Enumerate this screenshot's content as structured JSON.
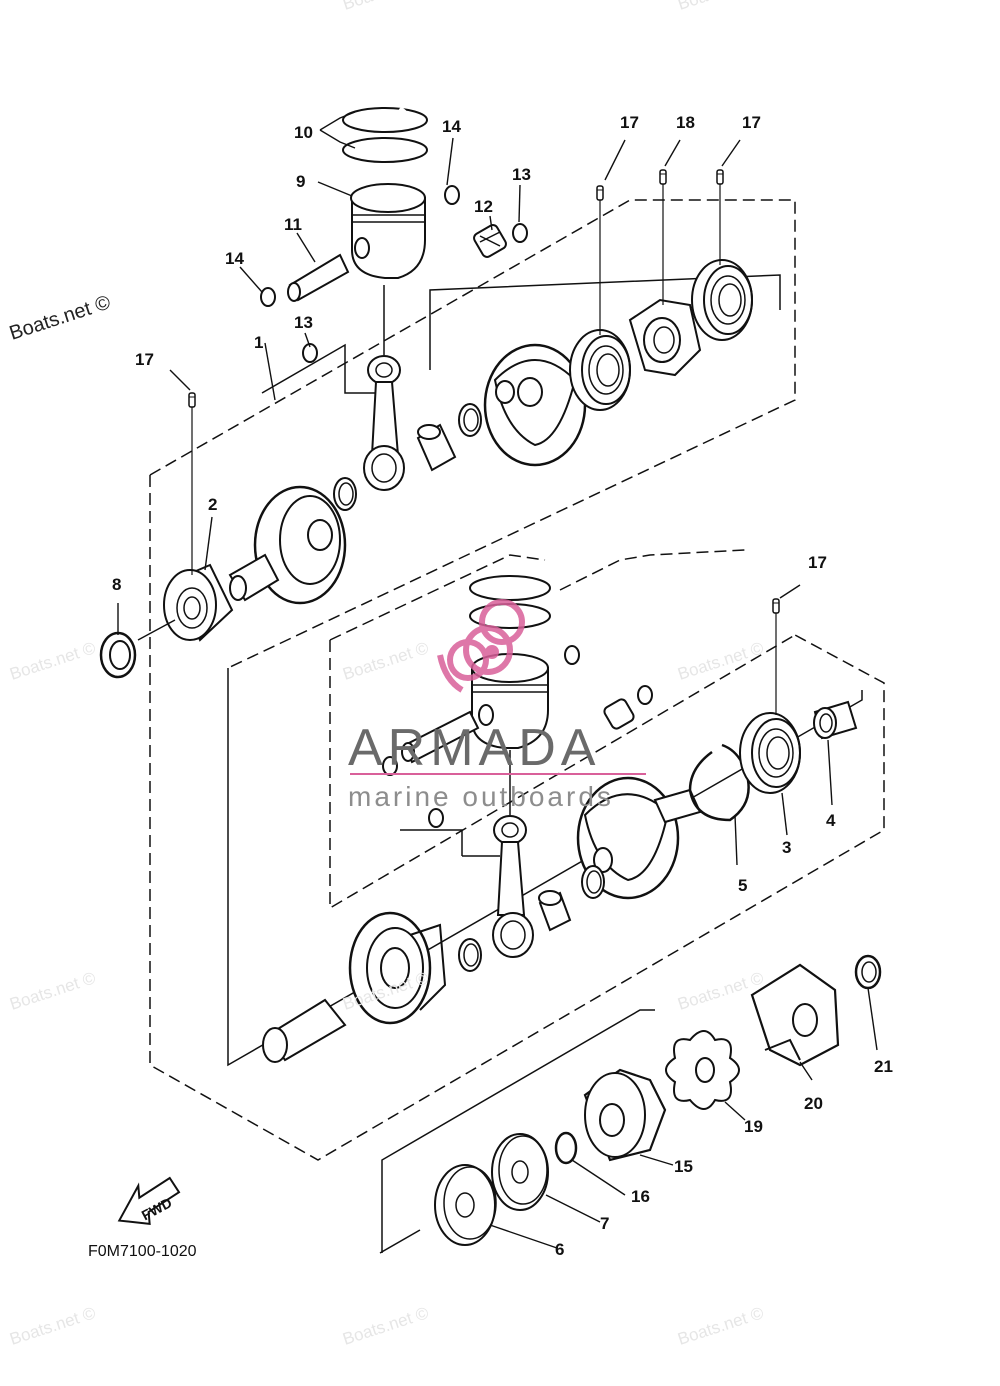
{
  "diagram": {
    "figure_code": "F0M7100-1020",
    "fwd_label": "FWD",
    "part_numbers": {
      "p1": "1",
      "p2": "2",
      "p3": "3",
      "p4": "4",
      "p5": "5",
      "p6": "6",
      "p7": "7",
      "p8": "8",
      "p9": "9",
      "p10": "10",
      "p11": "11",
      "p12": "12",
      "p13a": "13",
      "p13b": "13",
      "p14a": "14",
      "p14b": "14",
      "p15": "15",
      "p16": "16",
      "p17a": "17",
      "p17b": "17",
      "p17c": "17",
      "p17d": "17",
      "p18": "18",
      "p19": "19",
      "p20": "20",
      "p21": "21"
    }
  },
  "watermarks": {
    "main": "Boats.net ©",
    "faint": "Boats.net ©"
  },
  "brand": {
    "name": "ARMADA",
    "tagline": "marine outboards",
    "logo_color": "#d9609a"
  }
}
